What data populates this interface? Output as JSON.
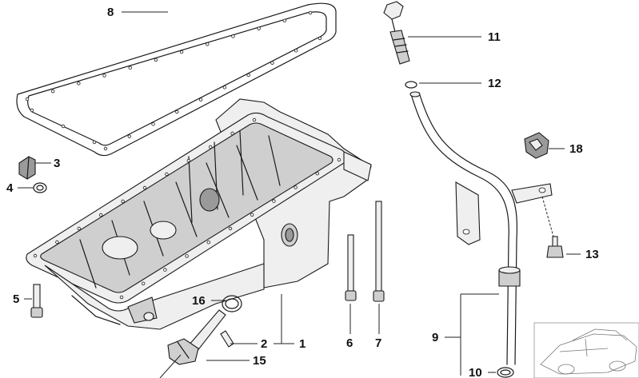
{
  "callouts": {
    "c1": "1",
    "c2": "2",
    "c3": "3",
    "c4": "4",
    "c5": "5",
    "c6": "6",
    "c7": "7",
    "c8": "8",
    "c9": "9",
    "c10": "10",
    "c11": "11",
    "c12": "12",
    "c13": "13",
    "c15": "15",
    "c16": "16",
    "c18": "18"
  }
}
